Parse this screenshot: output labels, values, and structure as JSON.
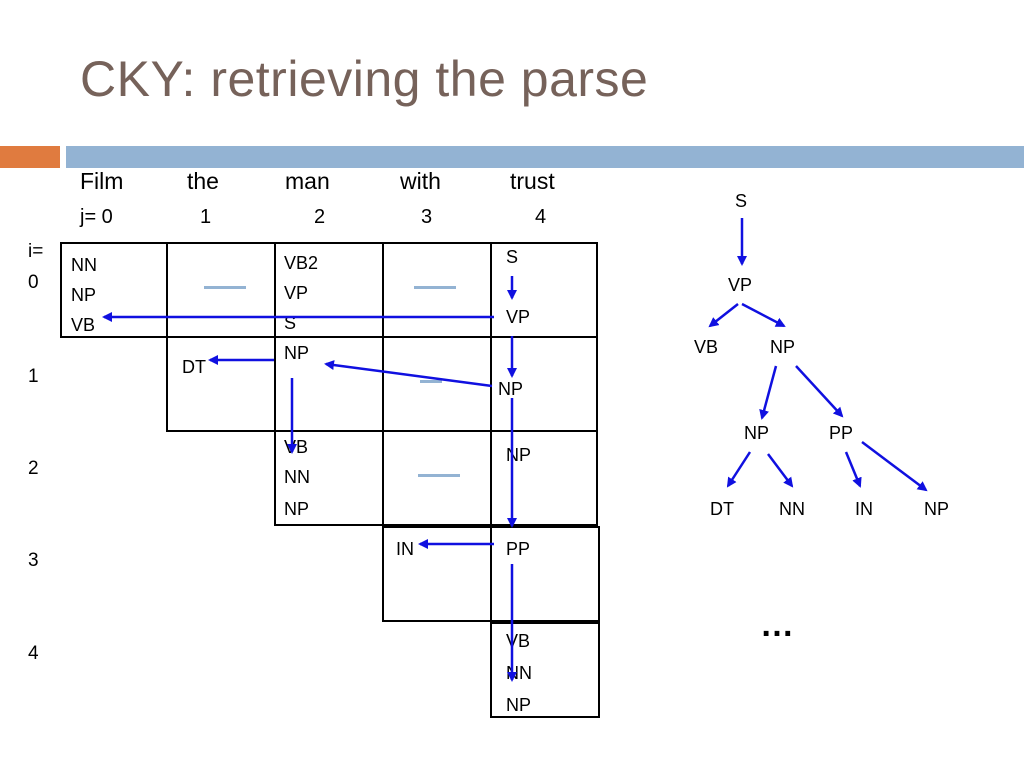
{
  "title": "CKY: retrieving the parse",
  "colors": {
    "title": "#76625a",
    "accent_orange": "#e07b3f",
    "accent_blue": "#93b3d3",
    "arrow": "#1010e0",
    "dash": "#93b3d3"
  },
  "words": [
    "Film",
    "the",
    "man",
    "with",
    "trust"
  ],
  "j_label": "j= 0",
  "j_indices": [
    "1",
    "2",
    "3",
    "4"
  ],
  "i_label": "i=",
  "i_indices": [
    "0",
    "1",
    "2",
    "3",
    "4"
  ],
  "cells": {
    "c00": [
      "NN",
      "NP",
      "VB"
    ],
    "c02": [
      "VB2",
      "VP",
      "S",
      "NP"
    ],
    "c04_top": [
      "S"
    ],
    "c04_bottom": [
      "VP"
    ],
    "c11": [
      "DT"
    ],
    "c14": [
      "NP"
    ],
    "c22": [
      "VB",
      "NN",
      "NP"
    ],
    "c24": [
      "NP"
    ],
    "c33": [
      "IN"
    ],
    "c34": [
      "PP"
    ],
    "c44": [
      "VB",
      "NN",
      "NP"
    ]
  },
  "tree": {
    "s": "S",
    "vp": "VP",
    "vb": "VB",
    "np1": "NP",
    "np2": "NP",
    "pp": "PP",
    "dt": "DT",
    "nn": "NN",
    "in": "IN",
    "np3": "NP"
  },
  "ellipsis": "…"
}
